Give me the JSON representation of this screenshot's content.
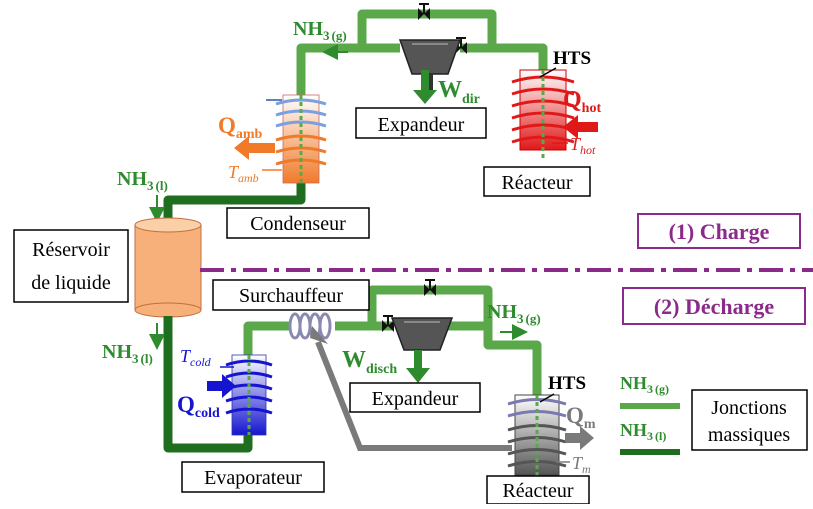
{
  "colors": {
    "gas": "#5aa84a",
    "liquid": "#1f6e1f",
    "hot": "#e01818",
    "amb": "#f07a28",
    "cold": "#1515d0",
    "grey": "#7a7a7a",
    "purple": "#8b2a8b",
    "tank": "#f7b07a"
  },
  "labels": {
    "expandeur_top": "Expandeur",
    "reacteur_top": "Réacteur",
    "condenseur": "Condenseur",
    "reservoir_l1": "Réservoir",
    "reservoir_l2": "de liquide",
    "surchauffeur": "Surchauffeur",
    "expandeur_bot": "Expandeur",
    "evaporateur": "Evaporateur",
    "reacteur_bot": "Réacteur",
    "jonctions_l1": "Jonctions",
    "jonctions_l2": "massiques",
    "charge": "(1) Charge",
    "decharge": "(2) Décharge",
    "hts_top": "HTS",
    "hts_bot": "HTS"
  },
  "symbols": {
    "nh3": "NH",
    "sub3": "3",
    "sub_g": "(g)",
    "sub_l": "(l)",
    "W": "W",
    "dir": "dir",
    "disch": "disch",
    "Q": "Q",
    "hot": "hot",
    "amb": "amb",
    "cold": "cold",
    "m": "m",
    "T": "T"
  }
}
